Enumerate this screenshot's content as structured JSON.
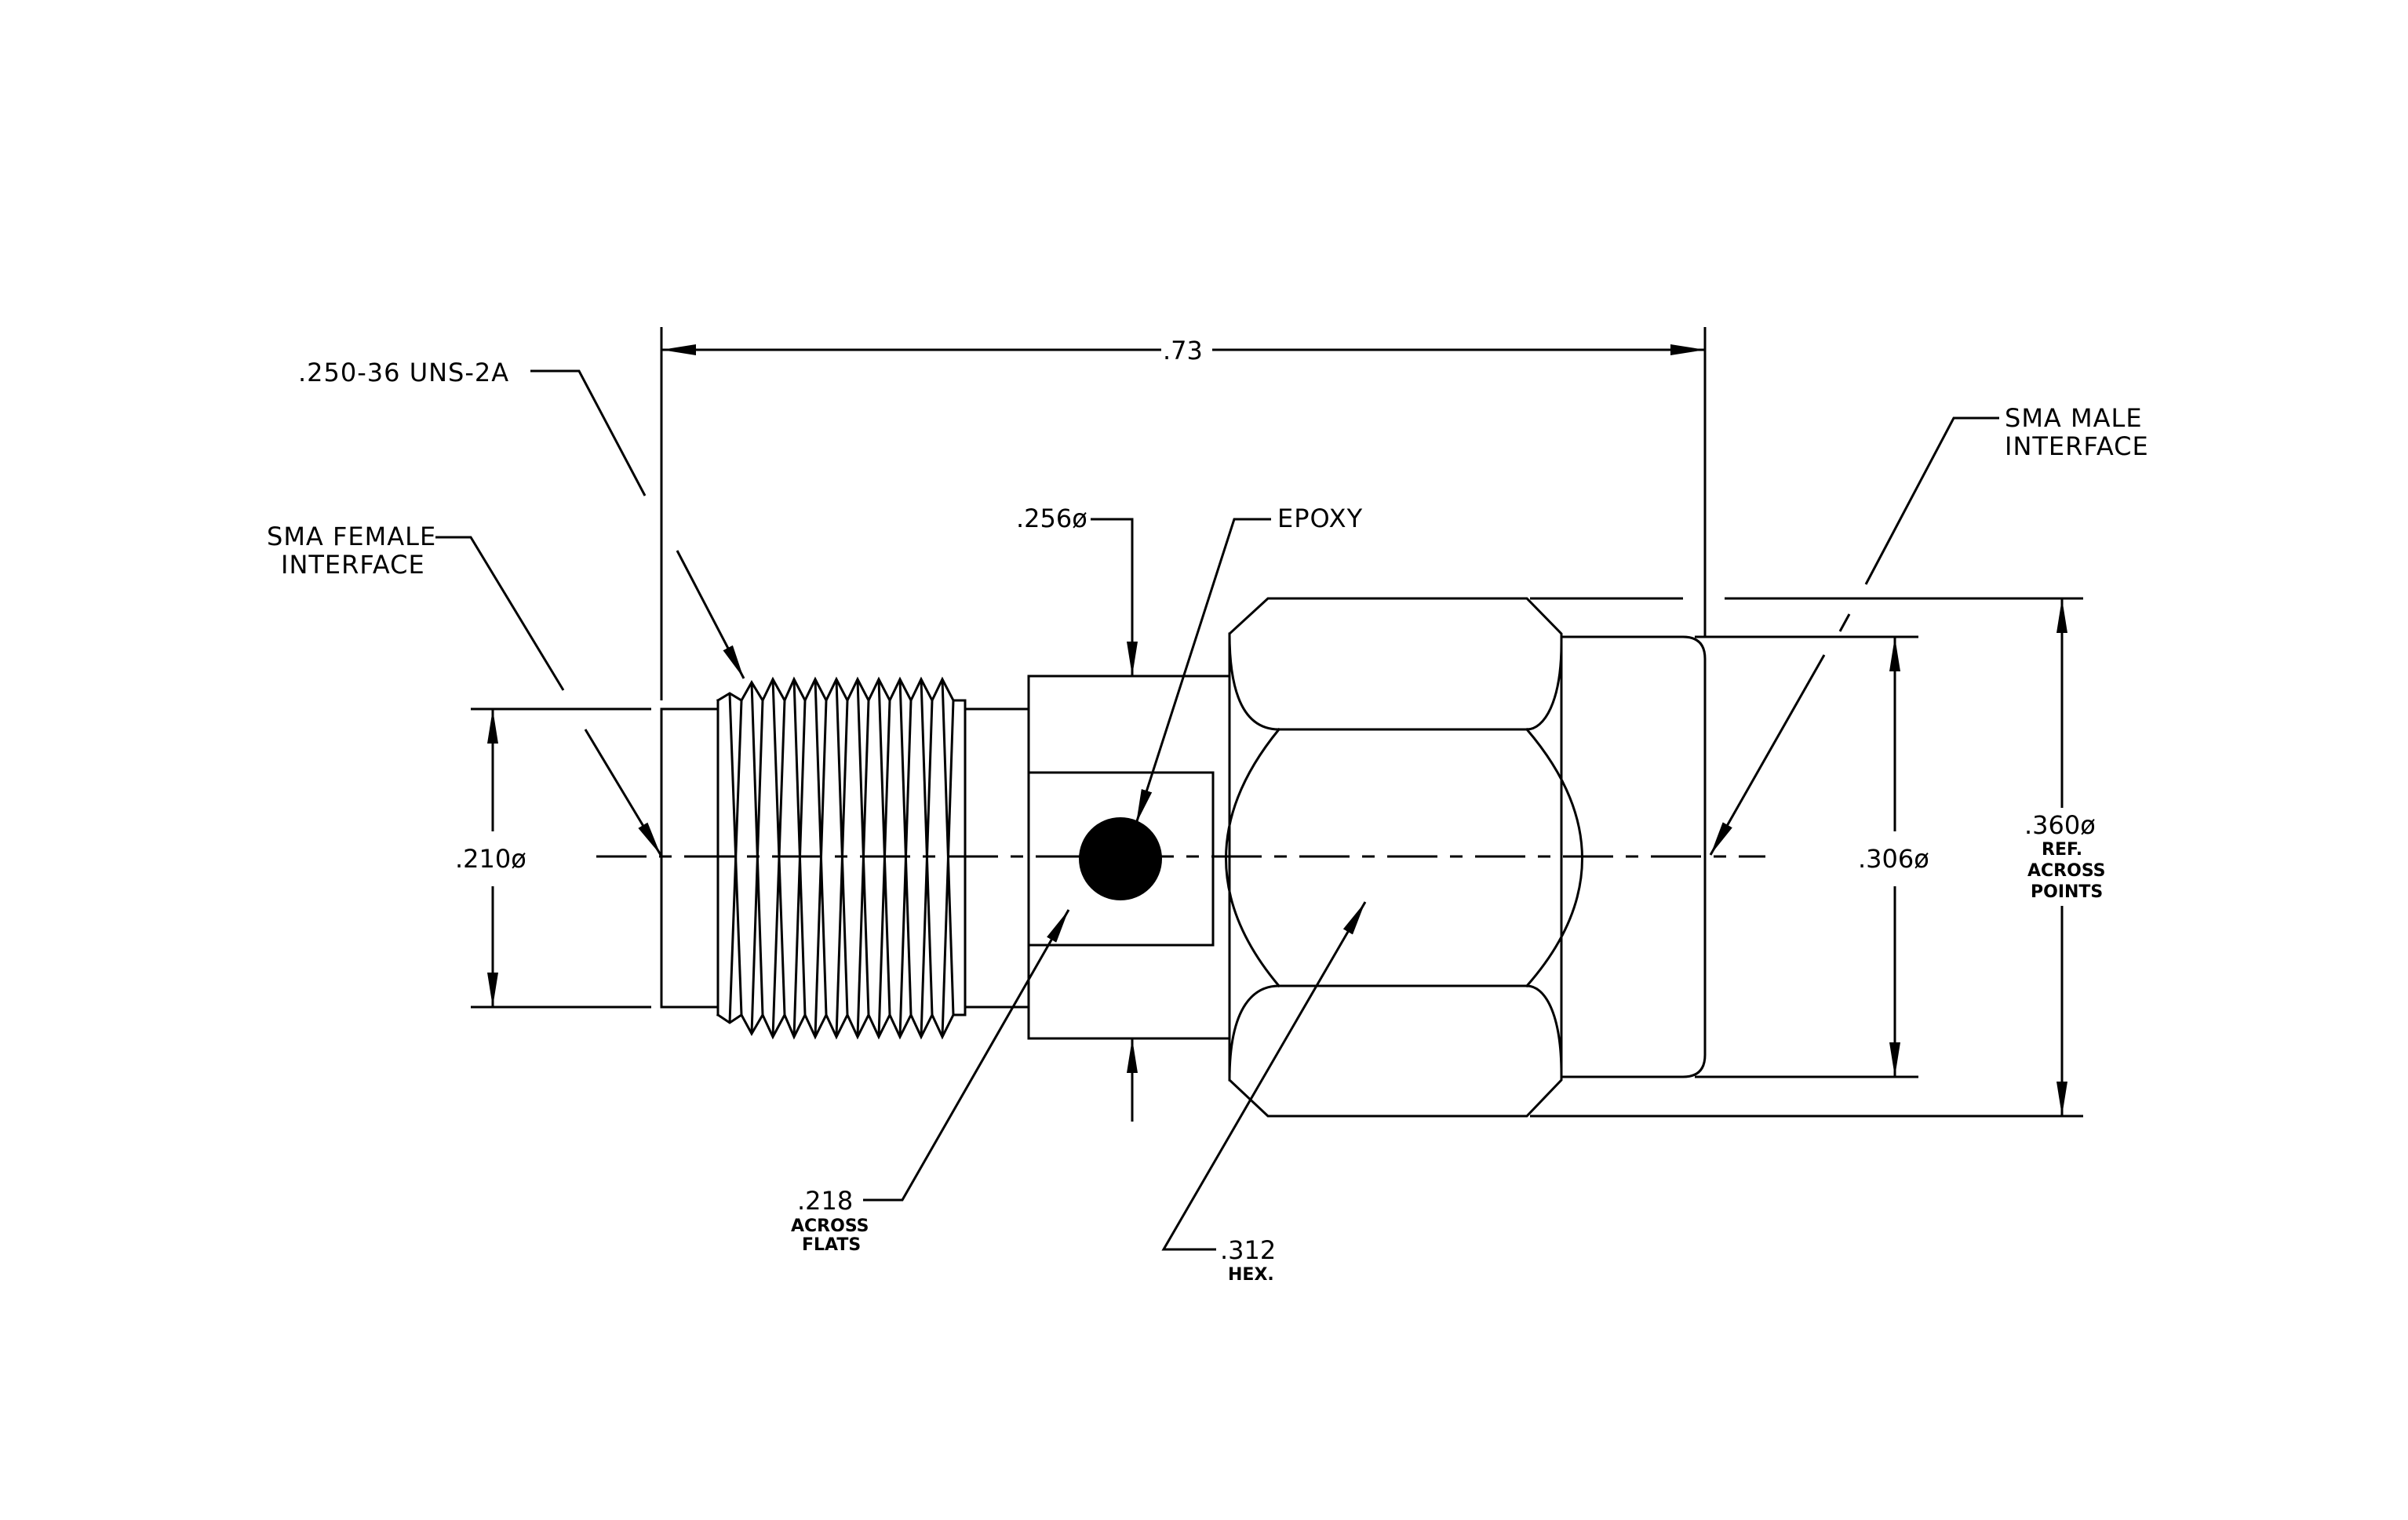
{
  "labels": {
    "thread": ".250-36 UNS-2A",
    "female_line1": "SMA FEMALE",
    "female_line2": "INTERFACE",
    "male_line1": "SMA MALE",
    "male_line2": "INTERFACE",
    "epoxy": "EPOXY",
    "length": ".73",
    "dia_256": ".256ø",
    "dia_210": ".210ø",
    "dia_306": ".306ø",
    "dia_360": ".360ø",
    "dia_360_sub1": "REF.",
    "dia_360_sub2": "ACROSS",
    "dia_360_sub3": "POINTS",
    "flats_value": ".218",
    "flats_sub1": "ACROSS",
    "flats_sub2": "FLATS",
    "hex_value": ".312",
    "hex_sub": "HEX."
  },
  "colors": {
    "line": "#000000",
    "background": "#ffffff"
  }
}
